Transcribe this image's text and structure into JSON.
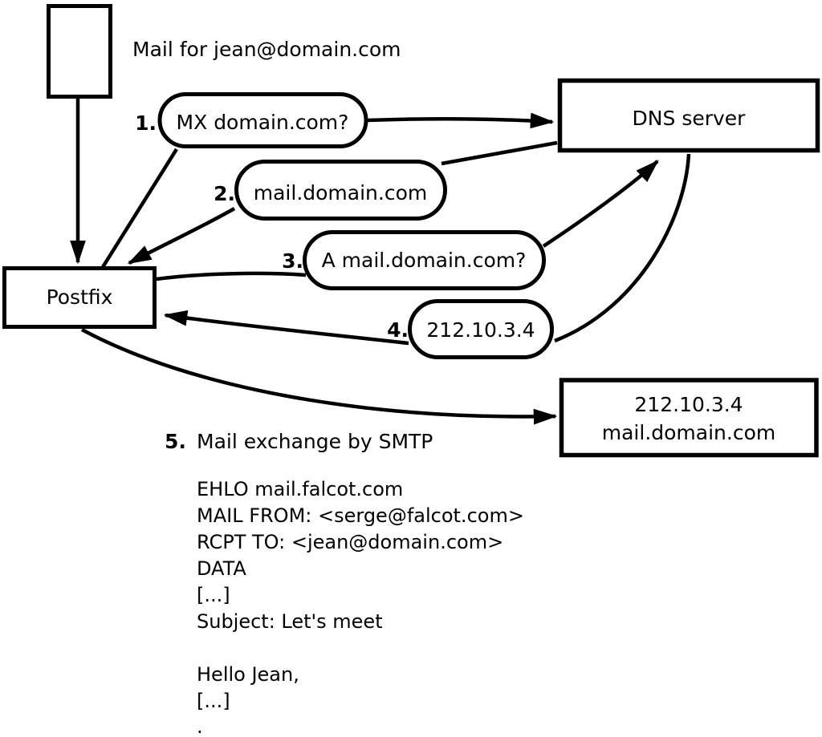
{
  "diagram": {
    "mail_label": "Mail for jean@domain.com",
    "postfix_label": "Postfix",
    "dns_label": "DNS server",
    "target_ip": "212.10.3.4",
    "target_host": "mail.domain.com"
  },
  "steps": [
    {
      "num": "1.",
      "label": "MX domain.com?"
    },
    {
      "num": "2.",
      "label": "mail.domain.com"
    },
    {
      "num": "3.",
      "label": "A mail.domain.com?"
    },
    {
      "num": "4.",
      "label": "212.10.3.4"
    },
    {
      "num": "5.",
      "label": "Mail exchange by SMTP"
    }
  ],
  "smtp_session": {
    "lines": [
      "EHLO mail.falcot.com",
      "MAIL FROM: <serge@falcot.com>",
      "RCPT TO: <jean@domain.com>",
      "DATA",
      "[...]",
      "Subject: Let's meet",
      "",
      "Hello Jean,",
      "[...]",
      "."
    ]
  },
  "colors": {
    "ink": "#000000",
    "background": "#ffffff"
  }
}
